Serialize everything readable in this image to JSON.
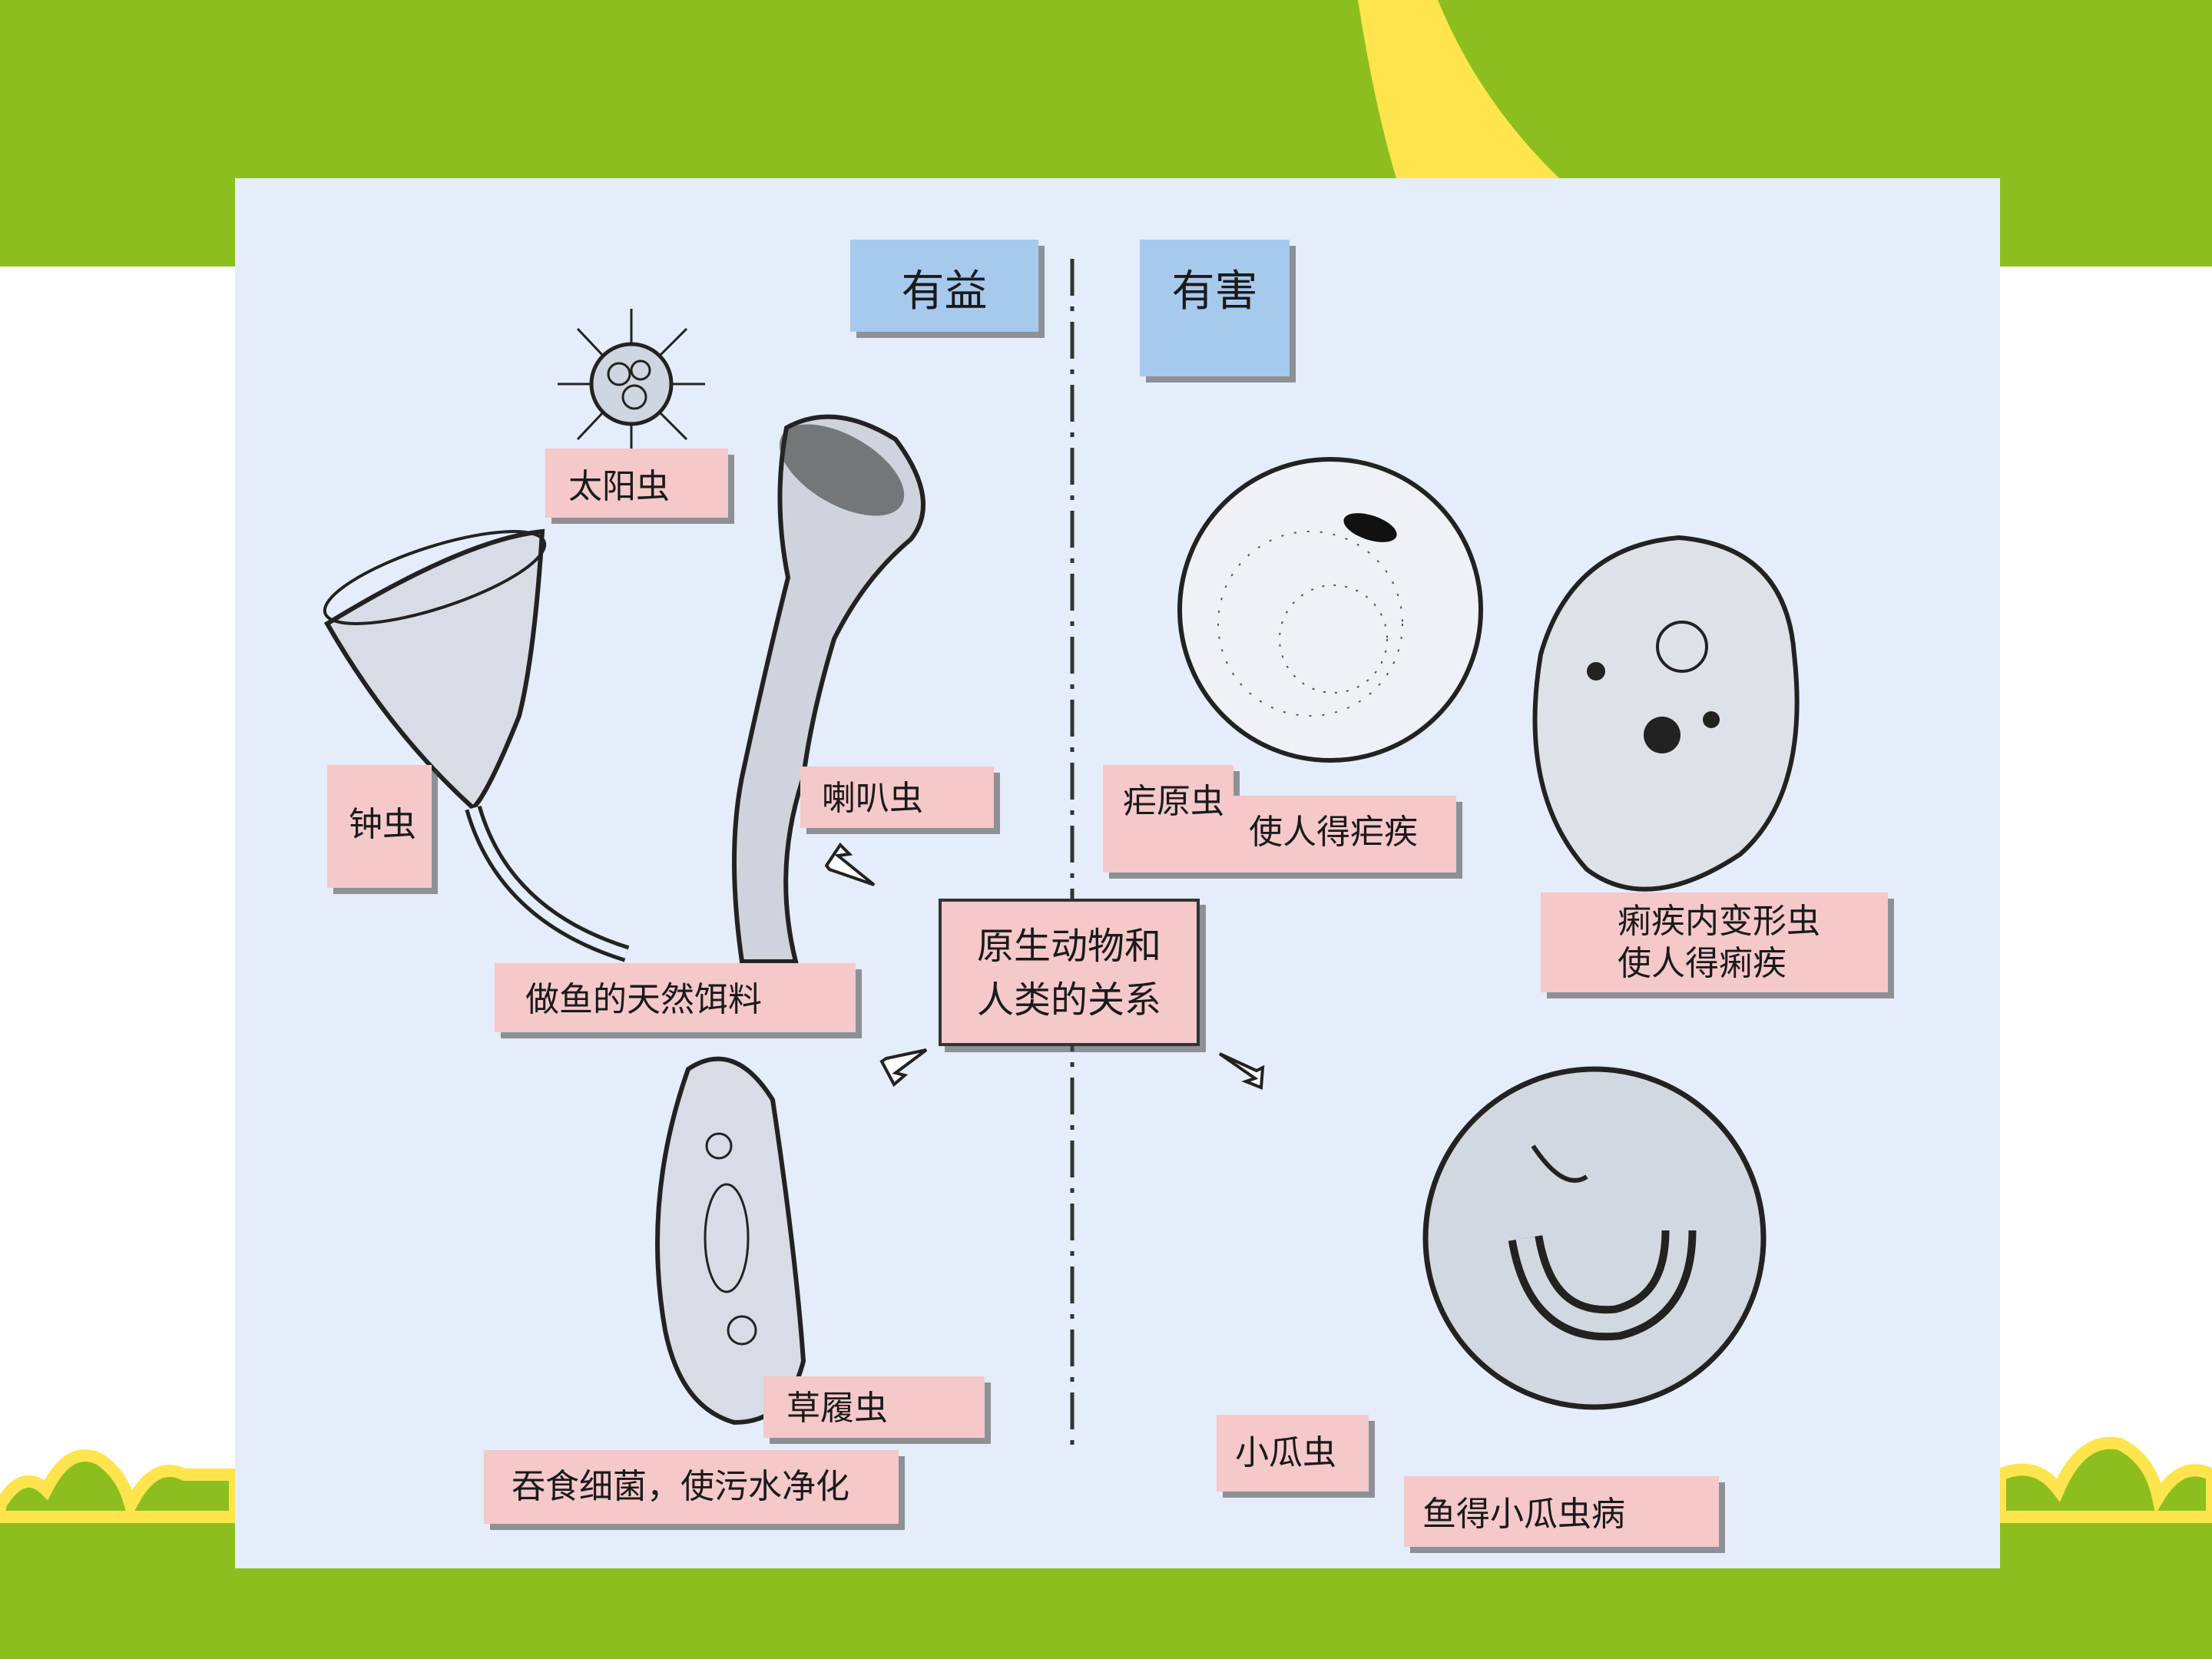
{
  "headers": {
    "beneficial": "有益",
    "harmful": "有害"
  },
  "center_box": {
    "line1": "原生动物和",
    "line2": "人类的关系"
  },
  "beneficial": {
    "heliozoa": "太阳虫",
    "vorticella": "钟虫",
    "stentor": "喇叭虫",
    "fish_feed": "做鱼的天然饵料",
    "paramecium": "草履虫",
    "paramecium_role": "吞食细菌，使污水净化"
  },
  "harmful": {
    "plasmodium": "疟原虫",
    "plasmodium_effect": "使人得疟疾",
    "entamoeba_line1": "痢疾内变形虫",
    "entamoeba_line2": "使人得痢疾",
    "ichthyophthirius": "小瓜虫",
    "ichthyophthirius_effect": "鱼得小瓜虫病"
  },
  "colors": {
    "frame_green": "#8cbf1e",
    "accent_yellow": "#ffe44d",
    "panel_bg": "#e4edf9",
    "label_pink": "#f5c8c9",
    "header_blue": "#a8c9ee"
  }
}
